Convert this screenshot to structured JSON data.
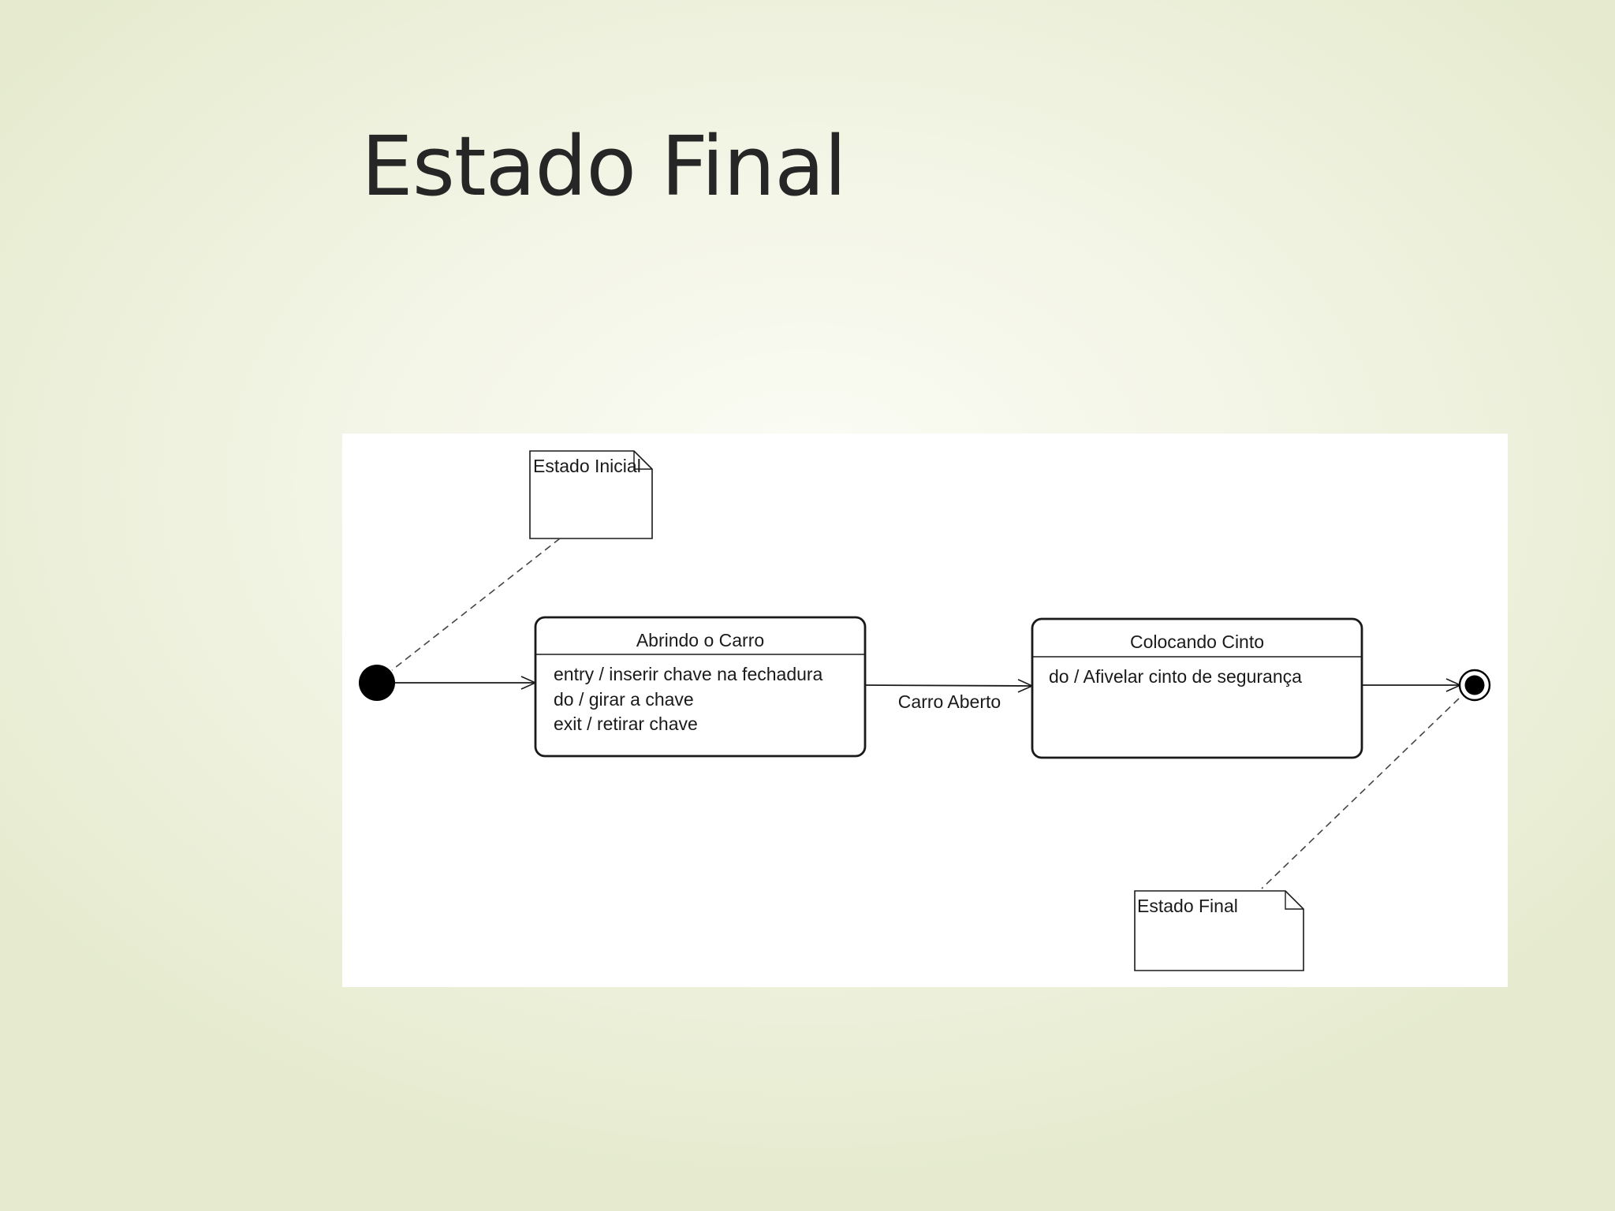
{
  "slide": {
    "title": "Estado Final"
  },
  "diagram": {
    "notes": {
      "initial": "Estado Inicial",
      "final": "Estado Final"
    },
    "states": [
      {
        "name": "Abrindo o Carro",
        "activities": [
          "entry / inserir chave na fechadura",
          "do / girar a chave",
          "exit / retirar chave"
        ]
      },
      {
        "name": "Colocando Cinto",
        "activities": [
          "do / Afivelar cinto de segurança"
        ]
      }
    ],
    "transitions": {
      "state1_to_state2": "Carro Aberto"
    }
  },
  "colors": {
    "background_center": "#fbfcf5",
    "background_edge": "#e6ebcf",
    "title_text": "#262626",
    "diagram_line": "#1a1a1a"
  }
}
